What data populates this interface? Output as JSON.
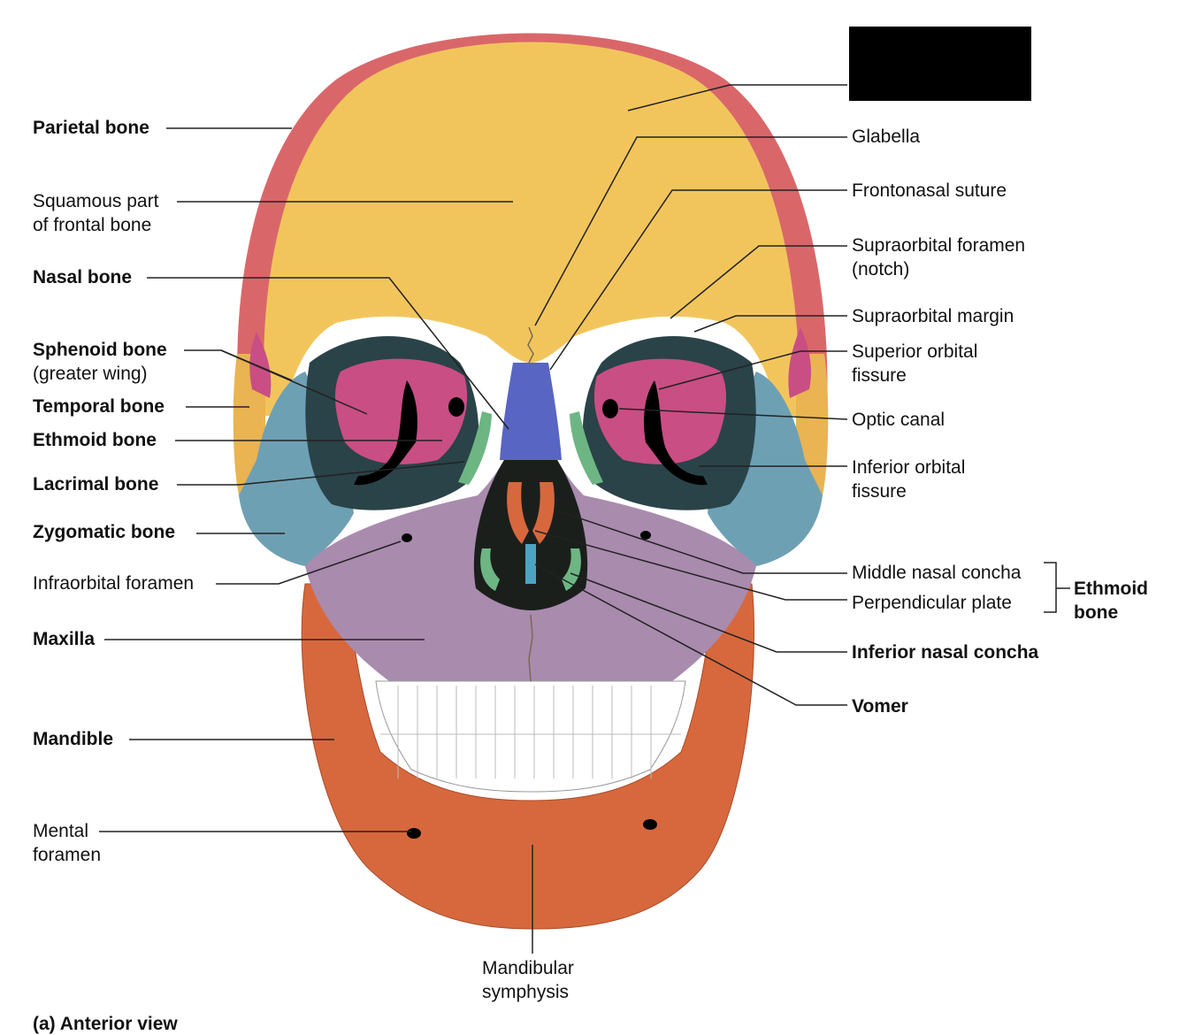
{
  "colors": {
    "frontal": "#F2C55C",
    "parietal": "#D9676A",
    "sphenoid": "#C94E84",
    "temporal": "#E9B451",
    "zygomatic": "#6EA0B4",
    "maxilla": "#A98BAE",
    "mandible": "#D7683D",
    "nasal": "#5865C2",
    "ethmoid": "#5C8FA3",
    "lacrimal": "#6DB683",
    "vomer": "#4FA3C2",
    "teeth": "#FFFFFF",
    "line": "#222222"
  },
  "labels_left": {
    "parietal": "Parietal bone",
    "squamous_1": "Squamous part",
    "squamous_2": "of frontal bone",
    "nasal": "Nasal bone",
    "sphenoid_1": "Sphenoid bone",
    "sphenoid_2": "(greater wing)",
    "temporal": "Temporal bone",
    "ethmoid": "Ethmoid bone",
    "lacrimal": "Lacrimal bone",
    "zygomatic": "Zygomatic bone",
    "infraorbital": "Infraorbital foramen",
    "maxilla": "Maxilla",
    "mandible": "Mandible",
    "mental_1": "Mental",
    "mental_2": "foramen"
  },
  "labels_right": {
    "glabella": "Glabella",
    "frontonasal": "Frontonasal suture",
    "supraorbital_foramen_1": "Supraorbital foramen",
    "supraorbital_foramen_2": "(notch)",
    "supraorbital_margin": "Supraorbital margin",
    "superior_orbital_1": "Superior orbital",
    "superior_orbital_2": "fissure",
    "optic": "Optic canal",
    "inferior_orbital_1": "Inferior orbital",
    "inferior_orbital_2": "fissure",
    "middle_concha": "Middle nasal concha",
    "perpendicular": "Perpendicular plate",
    "ethmoid_group_1": "Ethmoid",
    "ethmoid_group_2": "bone",
    "inferior_concha": "Inferior nasal concha",
    "vomer": "Vomer"
  },
  "labels_bottom": {
    "symphysis_1": "Mandibular",
    "symphysis_2": "symphysis"
  },
  "caption": "(a) Anterior view"
}
